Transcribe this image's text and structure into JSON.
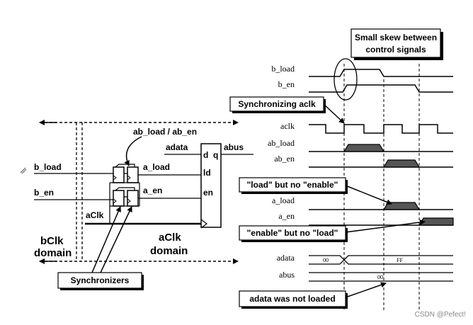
{
  "circuit": {
    "ab_label": "ab_load / ab_en",
    "adata_label": "adata",
    "abus_label": "abus",
    "reg_d": "d",
    "reg_q": "q",
    "reg_ld": "ld",
    "reg_en": "en",
    "b_load": "b_load",
    "b_en": "b_en",
    "a_load": "a_load",
    "a_en": "a_en",
    "aclk": "aClk",
    "bclk_domain_1": "bClk",
    "bclk_domain_2": "domain",
    "aclk_domain_1": "aClk",
    "aclk_domain_2": "domain"
  },
  "callouts": {
    "skew_1": "Small skew between",
    "skew_2": "control signals",
    "sync_aclk": "Synchronizing aclk",
    "load_no_enable": "\"load\" but no \"enable\"",
    "enable_no_load": "\"enable\" but no \"load\"",
    "synchronizers": "Synchronizers",
    "not_loaded": "adata was not loaded"
  },
  "waveforms": {
    "signals": [
      "b_load",
      "b_en",
      "aclk",
      "ab_load",
      "ab_en",
      "a_load",
      "a_en",
      "adata",
      "abus"
    ],
    "adata_value_1": "00",
    "adata_value_2": "FF",
    "abus_value": "00"
  },
  "watermark": "CSDN @Pefect!"
}
